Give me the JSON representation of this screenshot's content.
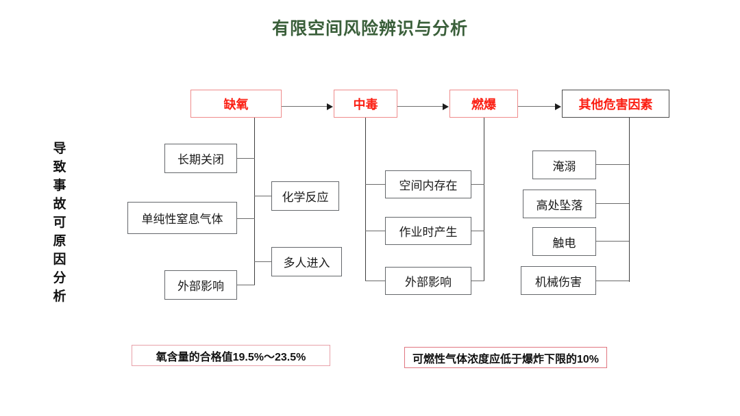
{
  "page": {
    "title": "有限空间风险辨识与分析",
    "title_color": "#3a5f3a",
    "background": "#ffffff",
    "hazard_text_color": "#fb1e12"
  },
  "side_label": {
    "name": "导致事故可原因分析",
    "chars": [
      "导",
      "致",
      "事",
      "故",
      "可",
      "原",
      "因",
      "分",
      "析"
    ]
  },
  "hazards": [
    {
      "label": "缺氧",
      "border": "#ef8b8b"
    },
    {
      "label": "中毒",
      "border": "#ef8b8b"
    },
    {
      "label": "燃爆",
      "border": "#ef8b8b"
    },
    {
      "label": "其他危害因素",
      "border": "#4a4a4a"
    }
  ],
  "causes": {
    "oxygen_deficiency_left": [
      "长期关闭",
      "单纯性窒息气体",
      "外部影响"
    ],
    "oxygen_deficiency_right": [
      "化学反应",
      "多人进入"
    ],
    "poisoning": [
      "空间内存在",
      "作业时产生",
      "外部影响"
    ],
    "other": [
      "淹溺",
      "高处坠落",
      "触电",
      "机械伤害"
    ]
  },
  "notes": [
    {
      "text": "氧含量的合格值19.5%～23.5%"
    },
    {
      "text": "可燃性气体浓度应低于爆炸下限的10%"
    }
  ]
}
